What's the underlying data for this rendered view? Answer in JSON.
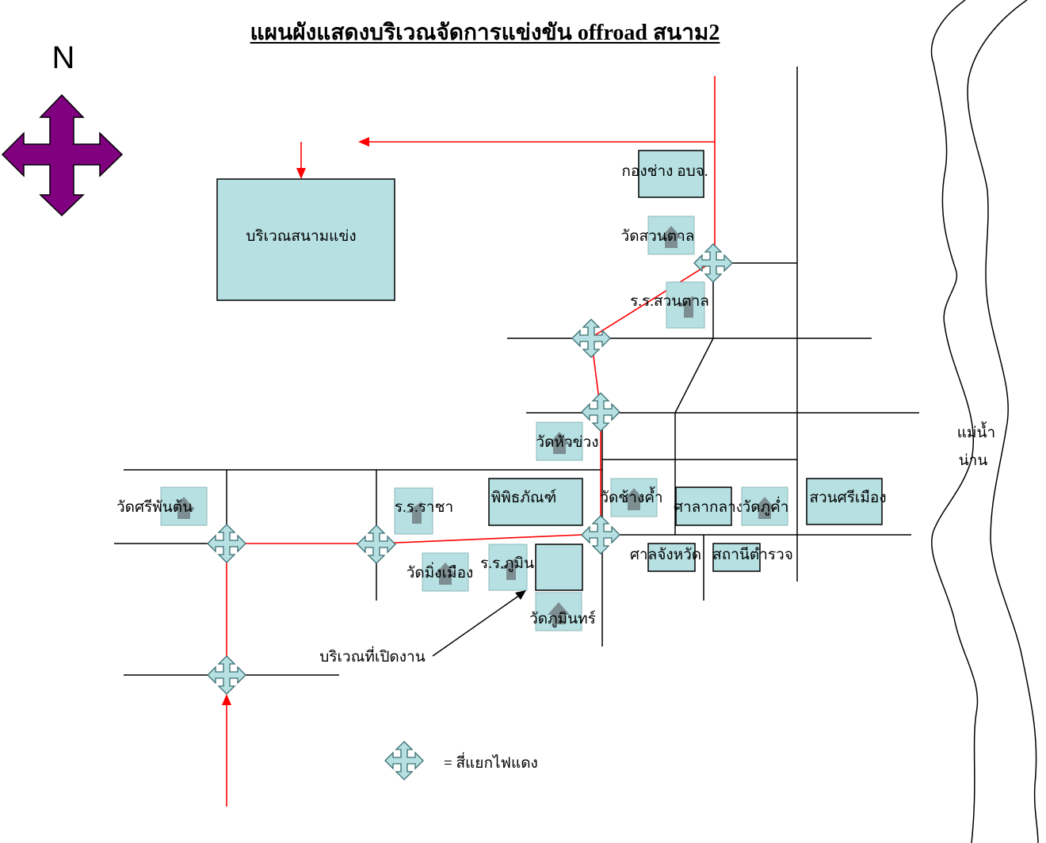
{
  "title": "แผนผังแสดงบริเวณจัดการแข่งขัน offroad สนาม2",
  "north_label": "N",
  "colors": {
    "route": "#ff0000",
    "box_fill": "#b7e0e2",
    "compass": "#800080",
    "junction": "#b7e0e2"
  },
  "places": {
    "race_area": "บริเวณสนามแข่ง",
    "kong_chang": "กองช่าง อบจ.",
    "wat_suan_tan": "วัดสวนตาล",
    "school_suan_tan": "ร.ร.สวนตาล",
    "wat_hua_khuang": "วัดหัวข่วง",
    "wat_si_phan_ton": "วัดศรีพันต้น",
    "school_racha": "ร.ร.ราชา",
    "museum": "พิพิธภัณฑ์",
    "wat_chang_kham": "วัดช้างค้ำ",
    "sala_klang": "ศาลากลาง",
    "wat_phu_kham": "วัดภูค่ำ",
    "suan_si_mueang": "สวนศรีเมือง",
    "wat_ming_mueang": "วัดมิ่งเมือง",
    "school_phumin": "ร.ร.ภูมิน",
    "sala_changwat": "ศาลจังหวัด",
    "police_station": "สถานีตำรวจ",
    "wat_phumin": "วัดภูมินทร์",
    "opening_area": "บริเวณที่เปิดงาน",
    "river": [
      "แม่น้ำ",
      "น่าน"
    ]
  },
  "legend": {
    "icon": "junction-icon",
    "label": "= สี่แยกไฟแดง"
  }
}
